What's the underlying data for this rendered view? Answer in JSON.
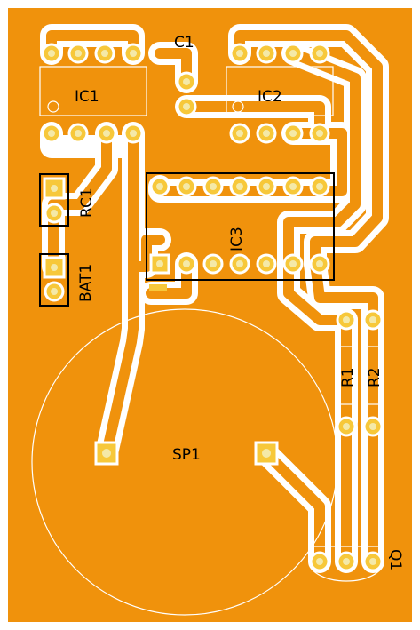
{
  "board": {
    "copper_color": "#f0920c",
    "trace_color": "#f0920c",
    "clearance_color": "#ffffff",
    "pad_fill": "#f7c83a",
    "pad_hole": "#f4e9a8",
    "outline_color": "#000000",
    "silk_color": "#ffffff"
  },
  "components": [
    {
      "id": "c1",
      "label": "C1"
    },
    {
      "id": "ic1",
      "label": "IC1"
    },
    {
      "id": "ic2",
      "label": "IC2"
    },
    {
      "id": "ic3",
      "label": "IC3"
    },
    {
      "id": "rc1",
      "label": "RC1"
    },
    {
      "id": "bat1",
      "label": "BAT1"
    },
    {
      "id": "sp1",
      "label": "SP1"
    },
    {
      "id": "r1",
      "label": "R1"
    },
    {
      "id": "r2",
      "label": "R2"
    },
    {
      "id": "q1",
      "label": "Q1"
    }
  ]
}
